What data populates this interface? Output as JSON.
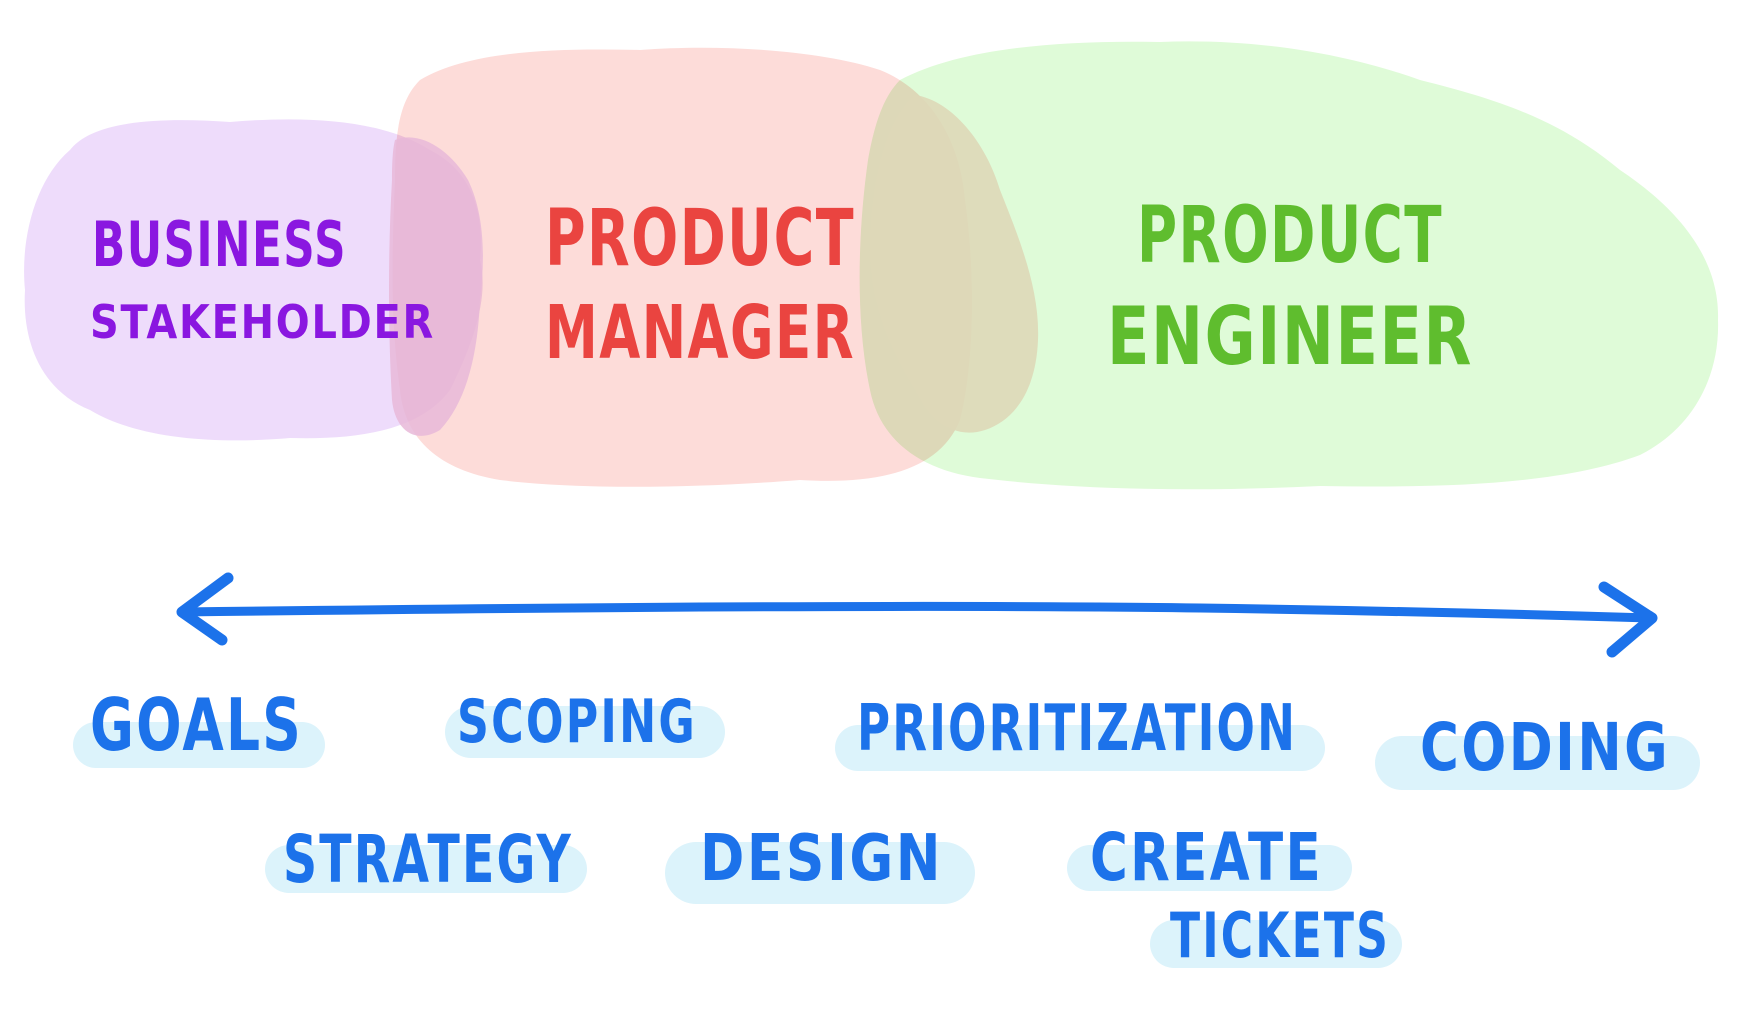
{
  "colors": {
    "background": "#ffffff",
    "stakeholder_fill": "#eedcfb",
    "stakeholder_text": "#8a17e0",
    "manager_fill": "#fddcd9",
    "manager_text": "#ea4440",
    "engineer_fill": "#dffbd8",
    "engineer_text": "#5fbd2e",
    "overlap_purple_red": "#e8b8d8",
    "overlap_red_green": "#ded8b8",
    "arrow": "#1c72ea",
    "activity_text": "#1c72ea",
    "activity_highlight": "#dcf3fb"
  },
  "roles": [
    {
      "id": "business-stakeholder",
      "line1": "BUSINESS",
      "line2": "STAKEHOLDER"
    },
    {
      "id": "product-manager",
      "line1": "PRODUCT",
      "line2": "MANAGER"
    },
    {
      "id": "product-engineer",
      "line1": "PRODUCT",
      "line2": "ENGINEER"
    }
  ],
  "spectrum": {
    "direction": "bidirectional"
  },
  "activities": [
    {
      "label": "GOALS"
    },
    {
      "label": "SCOPING"
    },
    {
      "label": "PRIORITIZATION"
    },
    {
      "label": "CODING"
    },
    {
      "label": "STRATEGY"
    },
    {
      "label": "DESIGN"
    },
    {
      "label": "CREATE"
    },
    {
      "label": "TICKETS"
    }
  ]
}
